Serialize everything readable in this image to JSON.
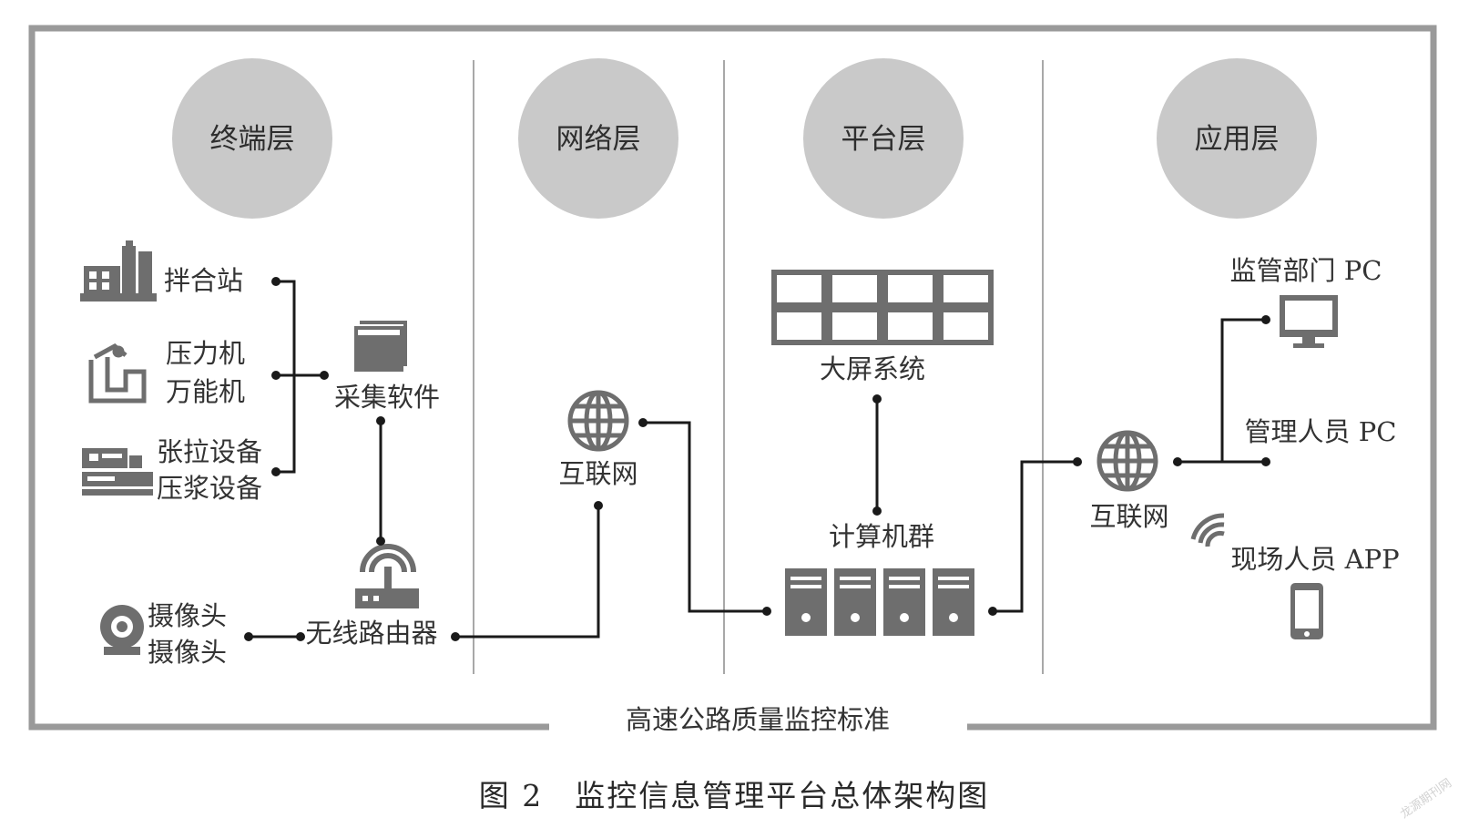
{
  "layers": [
    "终端层",
    "网络层",
    "平台层",
    "应用层"
  ],
  "terminal": {
    "mixing_station": "拌合站",
    "press_line1": "压力机",
    "press_line2": "万能机",
    "tension_line1": "张拉设备",
    "tension_line2": "压浆设备",
    "camera_line1": "摄像头",
    "camera_line2": "摄像头",
    "collector": "采集软件",
    "router": "无线路由器"
  },
  "network": {
    "internet": "互联网"
  },
  "platform": {
    "big_screen": "大屏系统",
    "cluster": "计算机群"
  },
  "application": {
    "internet": "互联网",
    "regulator_pc": "监管部门 PC",
    "manager_pc": "管理人员 PC",
    "field_app": "现场人员 APP"
  },
  "frame_label": "高速公路质量监控标准",
  "caption": "图 2　监控信息管理平台总体架构图",
  "watermark": "龙源期刊网",
  "colors": {
    "frame": "#9a9a9a",
    "circle": "#c9c9c9",
    "icon": "#6e6e6e",
    "wire": "#1a1a1a"
  }
}
